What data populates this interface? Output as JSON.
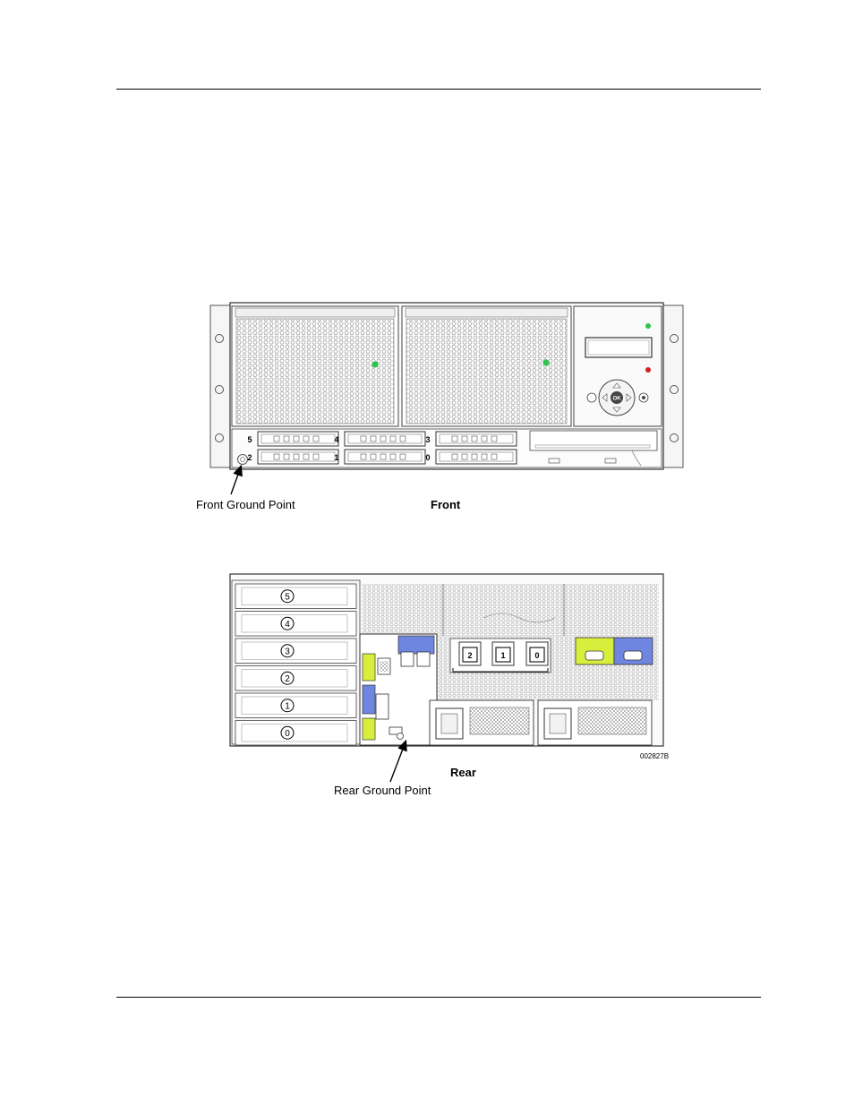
{
  "figure": {
    "front": {
      "caption": "Front",
      "ground_label": "Front Ground Point",
      "drive_bay_numbers": [
        "5",
        "4",
        "3",
        "2",
        "1",
        "0"
      ],
      "lcd_ok_label": "OK"
    },
    "rear": {
      "caption": "Rear",
      "ground_label": "Rear Ground Point",
      "slot_numbers": [
        "5",
        "4",
        "3",
        "2",
        "1",
        "0"
      ],
      "module_numbers": [
        "2",
        "1",
        "0"
      ],
      "figure_id": "002827B"
    }
  },
  "colors": {
    "line": "#333333",
    "panel": "#f4f4f4",
    "led_green": "#2ec44a",
    "led_red": "#d42020",
    "port_yellow": "#d8ee3c",
    "port_blue": "#6f86e0"
  }
}
